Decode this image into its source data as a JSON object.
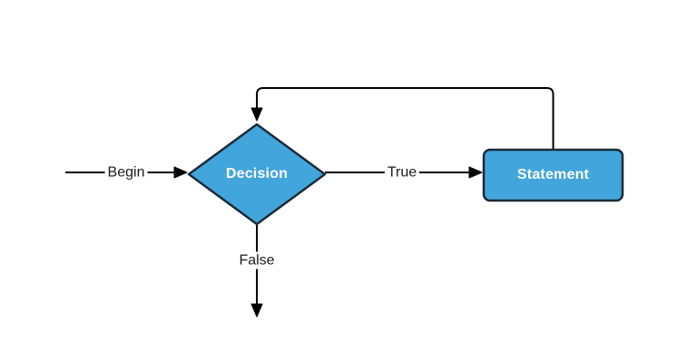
{
  "diagram": {
    "type": "flowchart",
    "nodes": [
      {
        "id": "decision",
        "shape": "diamond",
        "label": "Decision"
      },
      {
        "id": "statement",
        "shape": "rounded-rectangle",
        "label": "Statement"
      }
    ],
    "edges": [
      {
        "from": "entry",
        "to": "decision",
        "label": "Begin",
        "direction": "right"
      },
      {
        "from": "decision",
        "to": "statement",
        "label": "True",
        "direction": "right"
      },
      {
        "from": "statement",
        "to": "decision",
        "label": "",
        "direction": "loop-back-over-top"
      },
      {
        "from": "decision",
        "to": "exit",
        "label": "False",
        "direction": "down"
      }
    ],
    "colors": {
      "node_fill": "#42a5db",
      "node_border": "#1b2a38",
      "connector": "#000000",
      "edge_label": "#1a1a1a",
      "node_label": "#ffffff",
      "background": "#ffffff"
    }
  }
}
